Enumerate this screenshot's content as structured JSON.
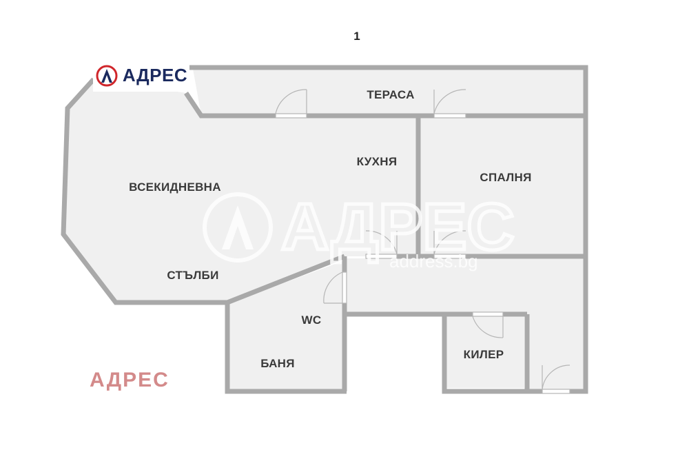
{
  "floor": {
    "number": "1"
  },
  "rooms": {
    "terrace": "ТЕРАСА",
    "kitchen": "КУХНЯ",
    "living": "ВСЕКИДНЕВНА",
    "bedroom": "СПАЛНЯ",
    "stairs": "СТЪЛБИ",
    "wc": "WC",
    "bathroom": "БАНЯ",
    "storage": "КИЛЕР"
  },
  "brand": {
    "logo_text": "АДРЕС",
    "watermark_text": "АДРЕС",
    "watermark_url": "address.bg",
    "bottom_text": "АДРЕС",
    "colors": {
      "logo_blue": "#1b2a5e",
      "logo_red": "#d0262b",
      "bottom_text": "#d38a8a",
      "floor_fill": "#f0f0f0",
      "wall": "#a9a9a9"
    }
  }
}
